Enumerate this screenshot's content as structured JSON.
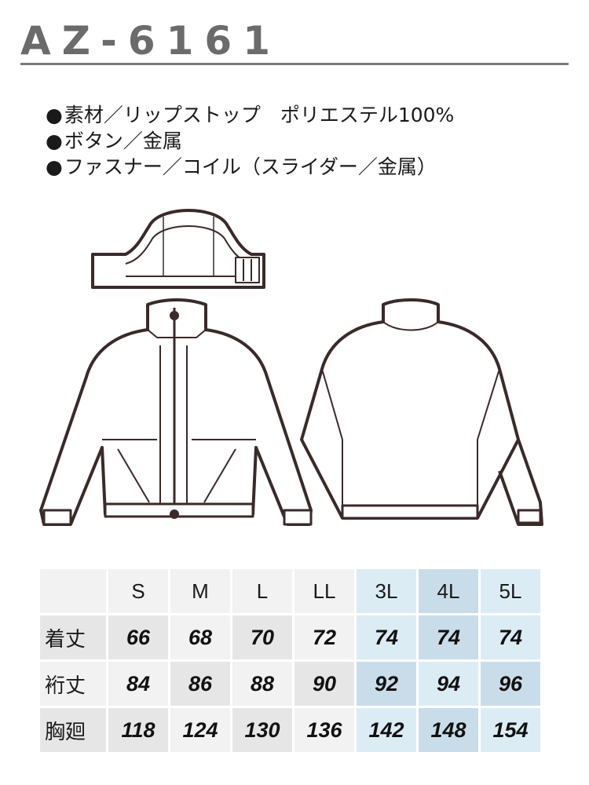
{
  "product": {
    "code": "AZ-6161"
  },
  "specs": [
    {
      "bullet": "●",
      "text": "素材／リップストップ　ポリエステル100%"
    },
    {
      "bullet": "●",
      "text": "ボタン／金属"
    },
    {
      "bullet": "●",
      "text": "ファスナー／コイル（スライダー／金属）"
    }
  ],
  "illustrations": {
    "hood": "collar-hood-detail",
    "front": "jacket-front-view",
    "back": "jacket-back-view"
  },
  "size_table": {
    "headers": [
      "",
      "S",
      "M",
      "L",
      "LL",
      "3L",
      "4L",
      "5L"
    ],
    "rows": [
      {
        "label": "着丈",
        "values": [
          "66",
          "68",
          "70",
          "72",
          "74",
          "74",
          "74"
        ]
      },
      {
        "label": "裄丈",
        "values": [
          "84",
          "86",
          "88",
          "90",
          "92",
          "94",
          "96"
        ]
      },
      {
        "label": "胸廻",
        "values": [
          "118",
          "124",
          "130",
          "136",
          "142",
          "148",
          "154"
        ]
      }
    ],
    "colors": {
      "light_a": "#f2f2f2",
      "light_b": "#e6e6e6",
      "blue_a": "#dcecf5",
      "blue_b": "#c8dde9"
    }
  }
}
